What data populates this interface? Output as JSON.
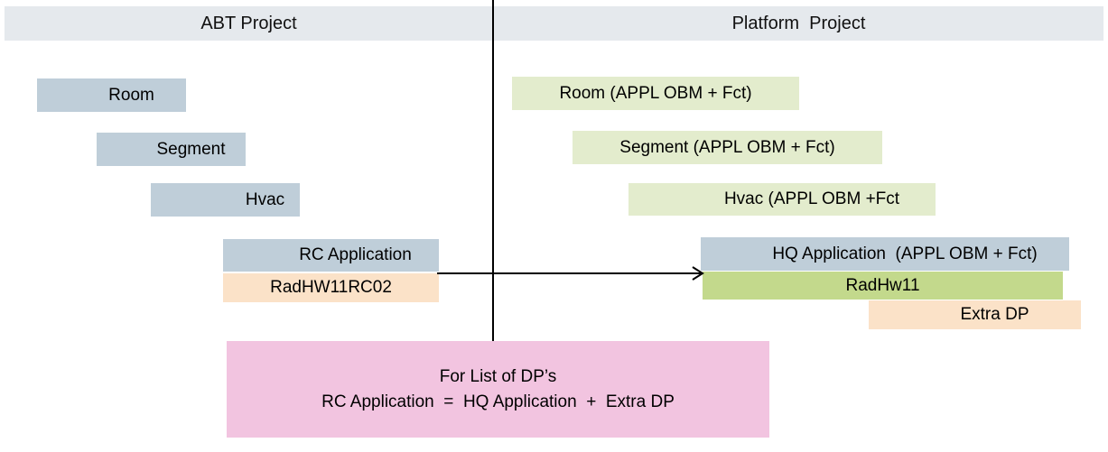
{
  "diagram": {
    "columns": [
      {
        "id": "abt",
        "title": "ABT Project"
      },
      {
        "id": "platform",
        "title": "Platform  Project"
      }
    ],
    "left_nodes": [
      {
        "id": "room",
        "label": "Room",
        "color": "#bfced9"
      },
      {
        "id": "segment",
        "label": "Segment",
        "color": "#bfced9"
      },
      {
        "id": "hvac",
        "label": "Hvac",
        "color": "#bfced9"
      },
      {
        "id": "rc-application",
        "label": "RC Application",
        "color": "#bfced9"
      },
      {
        "id": "radhw11rc02",
        "label": "RadHW11RC02",
        "color": "#fbe2c8"
      }
    ],
    "right_nodes": [
      {
        "id": "room-appl",
        "label": "Room (APPL OBM + Fct)",
        "color": "#e3eccd"
      },
      {
        "id": "segment-appl",
        "label": "Segment (APPL OBM + Fct)",
        "color": "#e3eccd"
      },
      {
        "id": "hvac-appl",
        "label": "Hvac (APPL OBM +Fct",
        "color": "#e3eccd"
      },
      {
        "id": "hq-application",
        "label": "HQ Application  (APPL OBM + Fct)",
        "color": "#bfced9"
      },
      {
        "id": "radhw11",
        "label": "RadHw11",
        "color": "#c3d98c"
      },
      {
        "id": "extra-dp",
        "label": "Extra DP",
        "color": "#fbe2c8"
      }
    ],
    "summary": {
      "color": "#f2c4e0",
      "line1": "For List of DP’s",
      "line2": "RC Application  =  HQ Application  +  Extra DP"
    },
    "connector": {
      "id": "rc-to-hq-arrow",
      "from": "rc-application",
      "to": "hq-application",
      "style": "open-arrow"
    },
    "palette": {
      "header_band": "#e5e9ed",
      "blue_gray": "#bfced9",
      "light_green": "#e3eccd",
      "olive_green": "#c3d98c",
      "peach": "#fbe2c8",
      "pink": "#f2c4e0",
      "line": "#000000"
    }
  }
}
